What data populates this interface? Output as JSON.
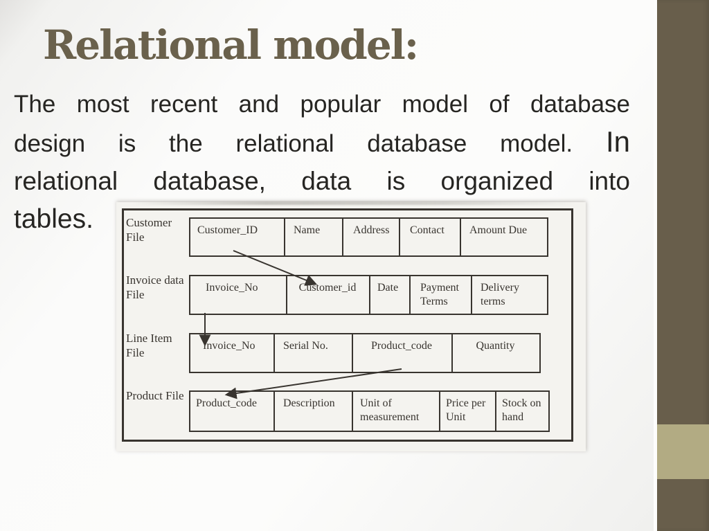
{
  "title": "Relational model:",
  "paragraph": {
    "line1": "The most recent and popular model of database",
    "line2a": "design is the relational database model.",
    "line2b": "In",
    "line3": "relational database, data is organized into",
    "line4": "tables."
  },
  "diagram": {
    "tables": [
      {
        "label": "Customer File",
        "fields": [
          "Customer_ID",
          "Name",
          "Address",
          "Contact",
          "Amount Due"
        ]
      },
      {
        "label": "Invoice data File",
        "fields": [
          "Invoice_No",
          "Customer_id",
          "Date",
          "Payment Terms",
          "Delivery terms"
        ]
      },
      {
        "label": "Line Item File",
        "fields": [
          "Invoice_No",
          "Serial No.",
          "Product_code",
          "Quantity"
        ]
      },
      {
        "label": "Product File",
        "fields": [
          "Product_code",
          "Description",
          "Unit of measurement",
          "Price per Unit",
          "Stock on hand"
        ]
      }
    ],
    "relationships": [
      {
        "from_table": "Customer File",
        "from_field": "Customer_ID",
        "to_table": "Invoice data File",
        "to_field": "Customer_id"
      },
      {
        "from_table": "Invoice data File",
        "from_field": "Invoice_No",
        "to_table": "Line Item File",
        "to_field": "Invoice_No"
      },
      {
        "from_table": "Line Item File",
        "from_field": "Product_code",
        "to_table": "Product File",
        "to_field": "Product_code"
      }
    ]
  },
  "colors": {
    "title": "#6a614c",
    "sidebar_dark": "#685e4b",
    "sidebar_light_band": "#b2ab83",
    "body_text": "#262522",
    "diagram_ink": "#38342f",
    "scan_background": "#f4f3ef"
  }
}
